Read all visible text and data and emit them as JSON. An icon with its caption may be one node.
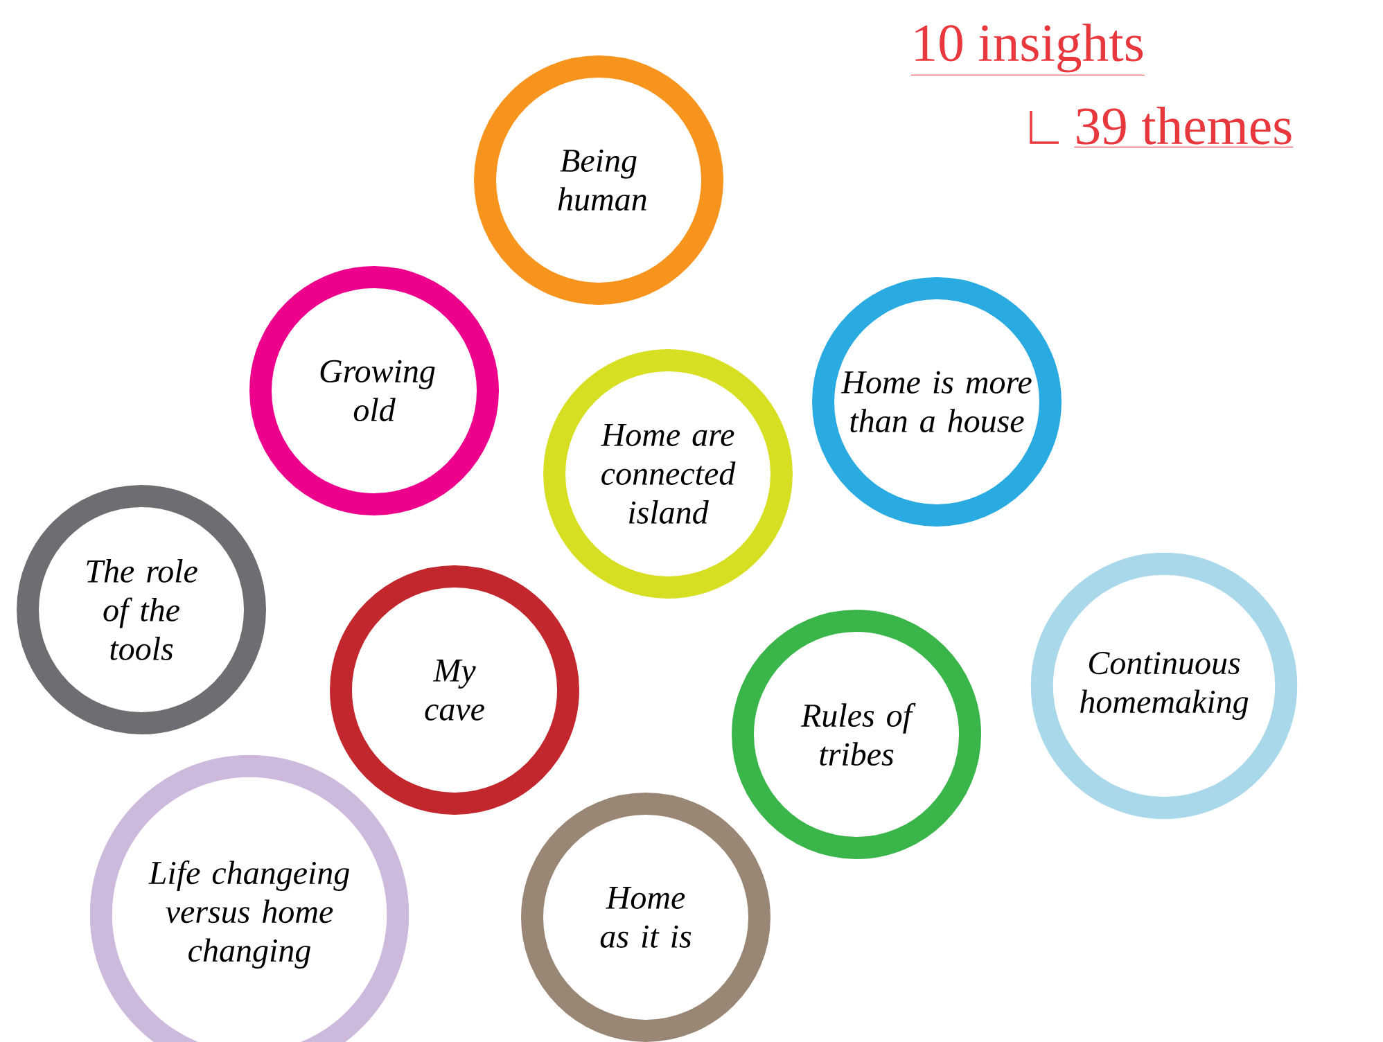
{
  "diagram": {
    "nodes": [
      {
        "text": [
          "Being human"
        ]
      },
      {
        "text": [
          "Growing old"
        ]
      },
      {
        "text": [
          "Home are connected island"
        ]
      },
      {
        "text": [
          "Home is more than a house"
        ]
      },
      {
        "text": [
          "The role of the tools"
        ]
      },
      {
        "text": [
          "My cave"
        ]
      },
      {
        "text": [
          "Rules of tribes"
        ]
      },
      {
        "text": [
          "Continuous homemaking"
        ]
      },
      {
        "text": [
          "Life changeing versus home changing"
        ]
      },
      {
        "text": [
          "Home as it is"
        ]
      }
    ],
    "labels": [
      "10 insights",
      "39 themes"
    ]
  }
}
